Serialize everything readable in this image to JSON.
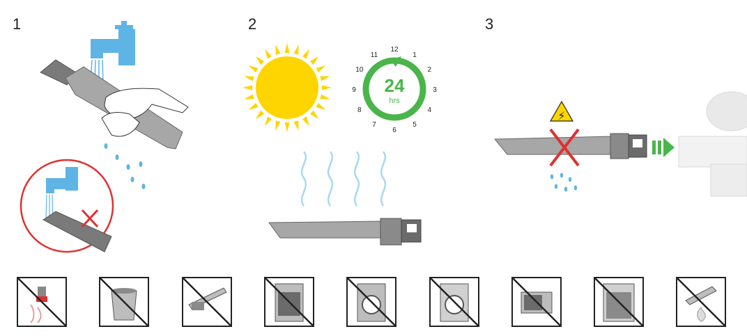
{
  "steps": [
    {
      "number": "1"
    },
    {
      "number": "2"
    },
    {
      "number": "3"
    }
  ],
  "clock": {
    "center_value": "24",
    "center_unit": "hrs",
    "hours": [
      "12",
      "1",
      "2",
      "3",
      "4",
      "5",
      "6",
      "7",
      "8",
      "9",
      "10",
      "11"
    ]
  },
  "warning_glyph": "⚡",
  "colors": {
    "water": "#5fb4e6",
    "tool_grey": "#a7a7a7",
    "tool_dark": "#6b6b6b",
    "prohibit_red": "#e03030",
    "green": "#4ab54a",
    "sun_yellow": "#ffd500",
    "warning_yellow": "#ffd500"
  },
  "prohibited_icons": [
    {
      "name": "no-hot-water-tap-icon"
    },
    {
      "name": "no-bucket-soaking-icon"
    },
    {
      "name": "no-brush-scrubbing-icon"
    },
    {
      "name": "no-oven-icon"
    },
    {
      "name": "no-washing-machine-icon"
    },
    {
      "name": "no-tumble-dryer-icon"
    },
    {
      "name": "no-microwave-icon"
    },
    {
      "name": "no-dishwasher-icon"
    },
    {
      "name": "no-open-flame-icon"
    }
  ]
}
